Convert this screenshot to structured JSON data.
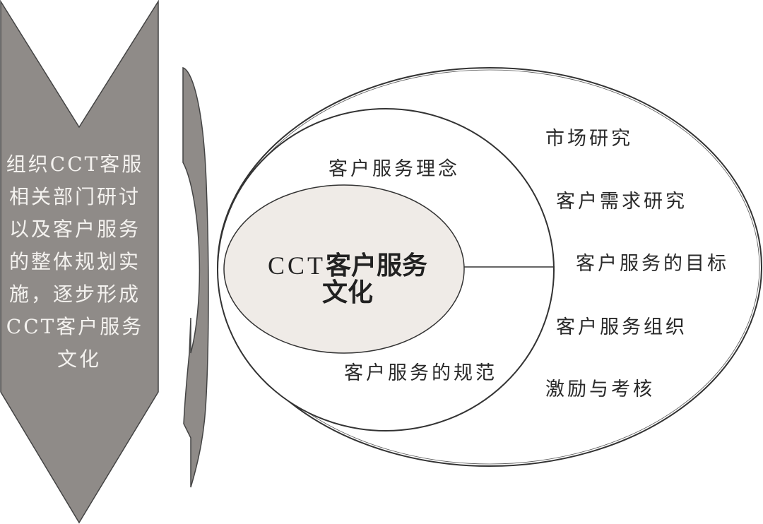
{
  "arrow": {
    "lines": [
      "组织CCT客服",
      "相关部门研讨",
      "以及客户服务",
      "的整体规划实",
      "施，逐步形成",
      "CCT客户服务",
      "文化"
    ],
    "fill": "#8f8b88"
  },
  "bracket": {
    "fill": "#8f8b88"
  },
  "core": {
    "prefix": "CCT",
    "line1": "客户服务",
    "line2": "文化",
    "fill": "#efebe7"
  },
  "middle_ring": {
    "top_label": "客户服务理念",
    "bottom_label": "客户服务的规范"
  },
  "outer_ring": {
    "items": [
      "市场研究",
      "客户需求研究",
      "客户服务的目标",
      "客户服务组织",
      "激励与考核"
    ]
  }
}
